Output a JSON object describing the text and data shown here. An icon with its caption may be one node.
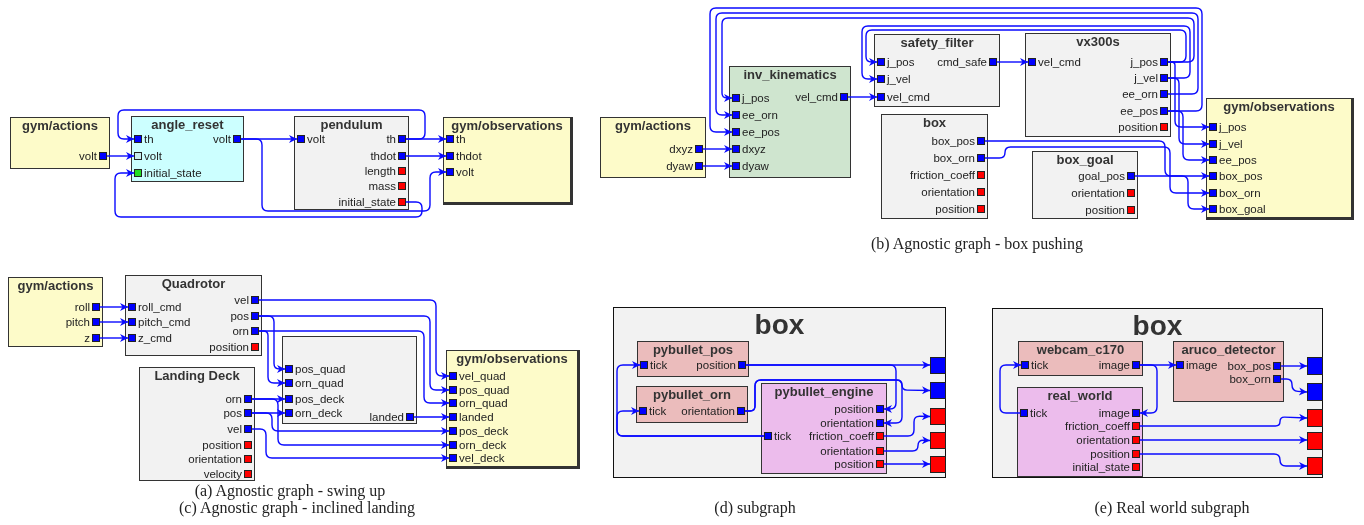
{
  "diagram": {
    "nodes": [
      {
        "text": [
          "gym/actions"
        ]
      },
      {
        "text": [
          "volt"
        ],
        "in": 0
      },
      {
        "text": [
          "angle_reset"
        ]
      },
      {
        "text": [
          "th"
        ],
        "in": 2
      },
      {
        "text": [
          "volt"
        ],
        "in": 2
      },
      {
        "text": [
          "initial_state"
        ],
        "in": 2
      },
      {
        "text": [
          "volt"
        ],
        "in": 2
      },
      {
        "text": [
          "pendulum"
        ]
      },
      {
        "text": [
          "volt"
        ],
        "in": 7
      },
      {
        "text": [
          "th"
        ],
        "in": 7
      },
      {
        "text": [
          "thdot"
        ],
        "in": 7
      },
      {
        "text": [
          "length"
        ],
        "in": 7
      },
      {
        "text": [
          "mass"
        ],
        "in": 7
      },
      {
        "text": [
          "initial_state"
        ],
        "in": 7
      },
      {
        "text": [
          "gym/observations"
        ]
      },
      {
        "text": [
          "th"
        ],
        "in": 14
      },
      {
        "text": [
          "thdot"
        ],
        "in": 14
      },
      {
        "text": [
          "volt"
        ],
        "in": 14
      },
      {
        "text": [
          "gym/actions"
        ]
      },
      {
        "text": [
          "dxyz"
        ],
        "in": 18
      },
      {
        "text": [
          "dyaw"
        ],
        "in": 18
      },
      {
        "text": [
          "inv_kinematics"
        ]
      },
      {
        "text": [
          "j_pos"
        ],
        "in": 21
      },
      {
        "text": [
          "ee_orn"
        ],
        "in": 21
      },
      {
        "text": [
          "ee_pos"
        ],
        "in": 21
      },
      {
        "text": [
          "dxyz"
        ],
        "in": 21
      },
      {
        "text": [
          "dyaw"
        ],
        "in": 21
      },
      {
        "text": [
          "vel_cmd"
        ],
        "in": 21
      },
      {
        "text": [
          "safety_filter"
        ]
      },
      {
        "text": [
          "j_pos"
        ],
        "in": 28
      },
      {
        "text": [
          "j_vel"
        ],
        "in": 28
      },
      {
        "text": [
          "vel_cmd"
        ],
        "in": 28
      },
      {
        "text": [
          "cmd_safe"
        ],
        "in": 28
      },
      {
        "text": [
          "vx300s"
        ]
      },
      {
        "text": [
          "vel_cmd"
        ],
        "in": 33
      },
      {
        "text": [
          "j_pos"
        ],
        "in": 33
      },
      {
        "text": [
          "j_vel"
        ],
        "in": 33
      },
      {
        "text": [
          "ee_orn"
        ],
        "in": 33
      },
      {
        "text": [
          "ee_pos"
        ],
        "in": 33
      },
      {
        "text": [
          "position"
        ],
        "in": 33
      },
      {
        "text": [
          "box"
        ]
      },
      {
        "text": [
          "box_pos"
        ],
        "in": 40
      },
      {
        "text": [
          "box_orn"
        ],
        "in": 40
      },
      {
        "text": [
          "friction_coeff"
        ],
        "in": 40
      },
      {
        "text": [
          "orientation"
        ],
        "in": 40
      },
      {
        "text": [
          "position"
        ],
        "in": 40
      },
      {
        "text": [
          "box_goal"
        ]
      },
      {
        "text": [
          "goal_pos"
        ],
        "in": 46
      },
      {
        "text": [
          "orientation"
        ],
        "in": 46
      },
      {
        "text": [
          "position"
        ],
        "in": 46
      },
      {
        "text": [
          "gym/observations"
        ]
      },
      {
        "text": [
          "j_pos"
        ],
        "in": 50
      },
      {
        "text": [
          "j_vel"
        ],
        "in": 50
      },
      {
        "text": [
          "ee_pos"
        ],
        "in": 50
      },
      {
        "text": [
          "box_pos"
        ],
        "in": 50
      },
      {
        "text": [
          "box_orn"
        ],
        "in": 50
      },
      {
        "text": [
          "box_goal"
        ],
        "in": 50
      },
      {
        "text": [
          "gym/actions"
        ]
      },
      {
        "text": [
          "roll"
        ],
        "in": 57
      },
      {
        "text": [
          "pitch"
        ],
        "in": 57
      },
      {
        "text": [
          "z"
        ],
        "in": 57
      },
      {
        "text": [
          "Quadrotor"
        ]
      },
      {
        "text": [
          "roll_cmd"
        ],
        "in": 61
      },
      {
        "text": [
          "pitch_cmd"
        ],
        "in": 61
      },
      {
        "text": [
          "z_cmd"
        ],
        "in": 61
      },
      {
        "text": [
          "vel"
        ],
        "in": 61
      },
      {
        "text": [
          "pos"
        ],
        "in": 61
      },
      {
        "text": [
          "orn"
        ],
        "in": 61
      },
      {
        "text": [
          "position"
        ],
        "in": 61
      },
      {
        "text": [],
        "shape": "box"
      },
      {
        "text": [
          "pos_quad"
        ],
        "in": 69
      },
      {
        "text": [
          "orn_quad"
        ],
        "in": 69
      },
      {
        "text": [
          "pos_deck"
        ],
        "in": 69
      },
      {
        "text": [
          "orn_deck"
        ],
        "in": 69
      },
      {
        "text": [
          "landed"
        ],
        "in": 69
      },
      {
        "text": [
          "Landing Deck"
        ]
      },
      {
        "text": [
          "orn"
        ],
        "in": 75
      },
      {
        "text": [
          "pos"
        ],
        "in": 75
      },
      {
        "text": [
          "vel"
        ],
        "in": 75
      },
      {
        "text": [
          "position"
        ],
        "in": 75
      },
      {
        "text": [
          "orientation"
        ],
        "in": 75
      },
      {
        "text": [
          "velocity"
        ],
        "in": 75
      },
      {
        "text": [
          "gym/observations"
        ]
      },
      {
        "text": [
          "vel_quad"
        ],
        "in": 82
      },
      {
        "text": [
          "pos_quad"
        ],
        "in": 82
      },
      {
        "text": [
          "orn_quad"
        ],
        "in": 82
      },
      {
        "text": [
          "landed"
        ],
        "in": 82
      },
      {
        "text": [
          "pos_deck"
        ],
        "in": 82
      },
      {
        "text": [
          "orn_deck"
        ],
        "in": 82
      },
      {
        "text": [
          "vel_deck"
        ],
        "in": 82
      },
      {
        "text": [
          "box"
        ]
      },
      {
        "text": [
          "pybullet_pos"
        ],
        "in": 90
      },
      {
        "text": [
          "tick"
        ],
        "in": 91
      },
      {
        "text": [
          "position"
        ],
        "in": 91
      },
      {
        "text": [
          "pybullet_orn"
        ],
        "in": 90
      },
      {
        "text": [
          "tick"
        ],
        "in": 94
      },
      {
        "text": [
          "orientation"
        ],
        "in": 94
      },
      {
        "text": [
          "pybullet_engine"
        ],
        "in": 90
      },
      {
        "text": [
          "position"
        ],
        "in": 97
      },
      {
        "text": [
          "orientation"
        ],
        "in": 97
      },
      {
        "text": [
          "tick"
        ],
        "in": 97
      },
      {
        "text": [
          "friction_coeff"
        ],
        "in": 97
      },
      {
        "text": [
          "orientation"
        ],
        "in": 97
      },
      {
        "text": [
          "position"
        ],
        "in": 97
      },
      {
        "text": [],
        "shape": "box",
        "in": 90
      },
      {
        "text": [],
        "shape": "box",
        "in": 90
      },
      {
        "text": [],
        "shape": "box",
        "in": 90
      },
      {
        "text": [],
        "shape": "box",
        "in": 90
      },
      {
        "text": [],
        "shape": "box",
        "in": 90
      },
      {
        "text": [
          "box"
        ]
      },
      {
        "text": [
          "webcam_c170"
        ],
        "in": 109
      },
      {
        "text": [
          "tick"
        ],
        "in": 110
      },
      {
        "text": [
          "image"
        ],
        "in": 110
      },
      {
        "text": [
          "aruco_detector"
        ],
        "in": 109
      },
      {
        "text": [
          "image"
        ],
        "in": 113
      },
      {
        "text": [
          "box_pos"
        ],
        "in": 113
      },
      {
        "text": [
          "box_orn"
        ],
        "in": 113
      },
      {
        "text": [
          "real_world"
        ],
        "in": 109
      },
      {
        "text": [
          "tick"
        ],
        "in": 117
      },
      {
        "text": [
          "image"
        ],
        "in": 117
      },
      {
        "text": [
          "friction_coeff"
        ],
        "in": 117
      },
      {
        "text": [
          "orientation"
        ],
        "in": 117
      },
      {
        "text": [
          "position"
        ],
        "in": 117
      },
      {
        "text": [
          "initial_state"
        ],
        "in": 117
      },
      {
        "text": [],
        "shape": "box",
        "in": 109
      },
      {
        "text": [],
        "shape": "box",
        "in": 109
      },
      {
        "text": [],
        "shape": "box",
        "in": 109
      },
      {
        "text": [],
        "shape": "box",
        "in": 109
      },
      {
        "text": [],
        "shape": "box",
        "in": 109
      }
    ],
    "edges": [
      {
        "from": 1,
        "to": 4,
        "arrow": "to"
      },
      {
        "from": 6,
        "to": 8,
        "arrow": "to"
      },
      {
        "from": 9,
        "to": 15,
        "arrow": "to"
      },
      {
        "from": 10,
        "to": 16,
        "arrow": "to"
      },
      {
        "from": 9,
        "to": 3,
        "arrow": "to"
      },
      {
        "from": 6,
        "to": 17,
        "arrow": "to"
      },
      {
        "from": 13,
        "to": 5,
        "arrow": "to"
      },
      {
        "from": 19,
        "to": 25,
        "arrow": "to"
      },
      {
        "from": 20,
        "to": 26,
        "arrow": "to"
      },
      {
        "from": 27,
        "to": 31,
        "arrow": "to"
      },
      {
        "from": 32,
        "to": 34,
        "arrow": "to"
      },
      {
        "from": 35,
        "to": 29,
        "arrow": "to"
      },
      {
        "from": 36,
        "to": 30,
        "arrow": "to"
      },
      {
        "from": 35,
        "to": 22,
        "arrow": "to"
      },
      {
        "from": 37,
        "to": 23,
        "arrow": "to"
      },
      {
        "from": 38,
        "to": 24,
        "arrow": "to"
      },
      {
        "from": 35,
        "to": 51,
        "arrow": "to"
      },
      {
        "from": 36,
        "to": 52,
        "arrow": "to"
      },
      {
        "from": 38,
        "to": 53,
        "arrow": "to"
      },
      {
        "from": 41,
        "to": 54,
        "arrow": "to"
      },
      {
        "from": 42,
        "to": 55,
        "arrow": "to"
      },
      {
        "from": 47,
        "to": 56,
        "arrow": "to"
      },
      {
        "from": 58,
        "to": 62,
        "arrow": "to"
      },
      {
        "from": 59,
        "to": 63,
        "arrow": "to"
      },
      {
        "from": 60,
        "to": 64,
        "arrow": "to"
      },
      {
        "from": 65,
        "to": 83,
        "arrow": "to"
      },
      {
        "from": 66,
        "to": 84,
        "arrow": "to"
      },
      {
        "from": 67,
        "to": 85,
        "arrow": "to"
      },
      {
        "from": 66,
        "to": 70,
        "arrow": "to"
      },
      {
        "from": 67,
        "to": 71,
        "arrow": "to"
      },
      {
        "from": 76,
        "to": 72,
        "arrow": "to"
      },
      {
        "from": 77,
        "to": 73,
        "arrow": "to"
      },
      {
        "from": 74,
        "to": 86,
        "arrow": "to"
      },
      {
        "from": 77,
        "to": 87,
        "arrow": "to"
      },
      {
        "from": 76,
        "to": 88,
        "arrow": "to"
      },
      {
        "from": 78,
        "to": 89,
        "arrow": "to"
      },
      {
        "from": 93,
        "to": 104,
        "arrow": "to"
      },
      {
        "from": 93,
        "to": 98,
        "arrow": "to"
      },
      {
        "from": 96,
        "to": 99,
        "arrow": "to"
      },
      {
        "from": 96,
        "to": 105,
        "arrow": "to"
      },
      {
        "from": 100,
        "to": 92,
        "arrow": "to"
      },
      {
        "from": 100,
        "to": 95,
        "arrow": "to"
      },
      {
        "from": 101,
        "to": 106,
        "arrow": "to"
      },
      {
        "from": 102,
        "to": 107,
        "arrow": "to"
      },
      {
        "from": 103,
        "to": 108,
        "arrow": "to"
      },
      {
        "from": 118,
        "to": 111,
        "arrow": "to"
      },
      {
        "from": 112,
        "to": 114,
        "arrow": "to"
      },
      {
        "from": 112,
        "to": 119,
        "arrow": "to"
      },
      {
        "from": 115,
        "to": 124,
        "arrow": "to"
      },
      {
        "from": 116,
        "to": 125,
        "arrow": "to"
      },
      {
        "from": 120,
        "to": 126,
        "arrow": "to"
      },
      {
        "from": 121,
        "to": 127,
        "arrow": "to"
      },
      {
        "from": 122,
        "to": 128,
        "arrow": "to"
      }
    ],
    "labels": [
      "(a) Agnostic graph - swing up",
      "(b) Agnostic graph - box pushing",
      "(c) Agnostic graph - inclined landing",
      "(d) subgraph",
      "(e) Real world subgraph"
    ]
  }
}
